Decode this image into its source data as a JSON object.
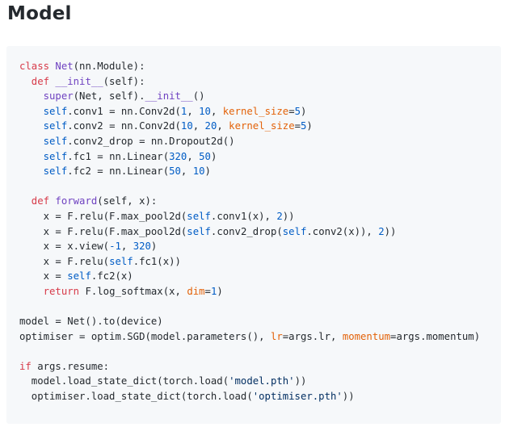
{
  "heading": "Model",
  "code_lines": [
    [
      {
        "t": "class ",
        "k": "kw"
      },
      {
        "t": "Net",
        "k": "fn"
      },
      {
        "t": "(nn.Module):",
        "k": "plain"
      }
    ],
    [
      {
        "t": "  def ",
        "k": "kw"
      },
      {
        "t": "__init__",
        "k": "fn"
      },
      {
        "t": "(self):",
        "k": "plain"
      }
    ],
    [
      {
        "t": "    super",
        "k": "fn"
      },
      {
        "t": "(Net, self).",
        "k": "plain"
      },
      {
        "t": "__init__",
        "k": "fn"
      },
      {
        "t": "()",
        "k": "plain"
      }
    ],
    [
      {
        "t": "    ",
        "k": "plain"
      },
      {
        "t": "self",
        "k": "self"
      },
      {
        "t": ".conv1 = nn.Conv2d(",
        "k": "plain"
      },
      {
        "t": "1",
        "k": "num"
      },
      {
        "t": ", ",
        "k": "plain"
      },
      {
        "t": "10",
        "k": "num"
      },
      {
        "t": ", ",
        "k": "plain"
      },
      {
        "t": "kernel_size",
        "k": "kwarg"
      },
      {
        "t": "=",
        "k": "plain"
      },
      {
        "t": "5",
        "k": "num"
      },
      {
        "t": ")",
        "k": "plain"
      }
    ],
    [
      {
        "t": "    ",
        "k": "plain"
      },
      {
        "t": "self",
        "k": "self"
      },
      {
        "t": ".conv2 = nn.Conv2d(",
        "k": "plain"
      },
      {
        "t": "10",
        "k": "num"
      },
      {
        "t": ", ",
        "k": "plain"
      },
      {
        "t": "20",
        "k": "num"
      },
      {
        "t": ", ",
        "k": "plain"
      },
      {
        "t": "kernel_size",
        "k": "kwarg"
      },
      {
        "t": "=",
        "k": "plain"
      },
      {
        "t": "5",
        "k": "num"
      },
      {
        "t": ")",
        "k": "plain"
      }
    ],
    [
      {
        "t": "    ",
        "k": "plain"
      },
      {
        "t": "self",
        "k": "self"
      },
      {
        "t": ".conv2_drop = nn.Dropout2d()",
        "k": "plain"
      }
    ],
    [
      {
        "t": "    ",
        "k": "plain"
      },
      {
        "t": "self",
        "k": "self"
      },
      {
        "t": ".fc1 = nn.Linear(",
        "k": "plain"
      },
      {
        "t": "320",
        "k": "num"
      },
      {
        "t": ", ",
        "k": "plain"
      },
      {
        "t": "50",
        "k": "num"
      },
      {
        "t": ")",
        "k": "plain"
      }
    ],
    [
      {
        "t": "    ",
        "k": "plain"
      },
      {
        "t": "self",
        "k": "self"
      },
      {
        "t": ".fc2 = nn.Linear(",
        "k": "plain"
      },
      {
        "t": "50",
        "k": "num"
      },
      {
        "t": ", ",
        "k": "plain"
      },
      {
        "t": "10",
        "k": "num"
      },
      {
        "t": ")",
        "k": "plain"
      }
    ],
    [],
    [
      {
        "t": "  def ",
        "k": "kw"
      },
      {
        "t": "forward",
        "k": "fn"
      },
      {
        "t": "(self, x):",
        "k": "plain"
      }
    ],
    [
      {
        "t": "    x = F.relu(F.max_pool2d(",
        "k": "plain"
      },
      {
        "t": "self",
        "k": "self"
      },
      {
        "t": ".conv1(x), ",
        "k": "plain"
      },
      {
        "t": "2",
        "k": "num"
      },
      {
        "t": "))",
        "k": "plain"
      }
    ],
    [
      {
        "t": "    x = F.relu(F.max_pool2d(",
        "k": "plain"
      },
      {
        "t": "self",
        "k": "self"
      },
      {
        "t": ".conv2_drop(",
        "k": "plain"
      },
      {
        "t": "self",
        "k": "self"
      },
      {
        "t": ".conv2(x)), ",
        "k": "plain"
      },
      {
        "t": "2",
        "k": "num"
      },
      {
        "t": "))",
        "k": "plain"
      }
    ],
    [
      {
        "t": "    x = x.view(",
        "k": "plain"
      },
      {
        "t": "-1",
        "k": "num"
      },
      {
        "t": ", ",
        "k": "plain"
      },
      {
        "t": "320",
        "k": "num"
      },
      {
        "t": ")",
        "k": "plain"
      }
    ],
    [
      {
        "t": "    x = F.relu(",
        "k": "plain"
      },
      {
        "t": "self",
        "k": "self"
      },
      {
        "t": ".fc1(x))",
        "k": "plain"
      }
    ],
    [
      {
        "t": "    x = ",
        "k": "plain"
      },
      {
        "t": "self",
        "k": "self"
      },
      {
        "t": ".fc2(x)",
        "k": "plain"
      }
    ],
    [
      {
        "t": "    ",
        "k": "plain"
      },
      {
        "t": "return ",
        "k": "kw"
      },
      {
        "t": "F.log_softmax(x, ",
        "k": "plain"
      },
      {
        "t": "dim",
        "k": "kwarg"
      },
      {
        "t": "=",
        "k": "plain"
      },
      {
        "t": "1",
        "k": "num"
      },
      {
        "t": ")",
        "k": "plain"
      }
    ],
    [],
    [
      {
        "t": "model = Net().to(device)",
        "k": "plain"
      }
    ],
    [
      {
        "t": "optimiser = optim.SGD(model.parameters(), ",
        "k": "plain"
      },
      {
        "t": "lr",
        "k": "kwarg"
      },
      {
        "t": "=args.lr, ",
        "k": "plain"
      },
      {
        "t": "momentum",
        "k": "kwarg"
      },
      {
        "t": "=args.momentum)",
        "k": "plain"
      }
    ],
    [],
    [
      {
        "t": "if ",
        "k": "kw"
      },
      {
        "t": "args.resume:",
        "k": "plain"
      }
    ],
    [
      {
        "t": "  model.load_state_dict(torch.load(",
        "k": "plain"
      },
      {
        "t": "'model.pth'",
        "k": "str"
      },
      {
        "t": "))",
        "k": "plain"
      }
    ],
    [
      {
        "t": "  optimiser.load_state_dict(torch.load(",
        "k": "plain"
      },
      {
        "t": "'optimiser.pth'",
        "k": "str"
      },
      {
        "t": "))",
        "k": "plain"
      }
    ]
  ]
}
